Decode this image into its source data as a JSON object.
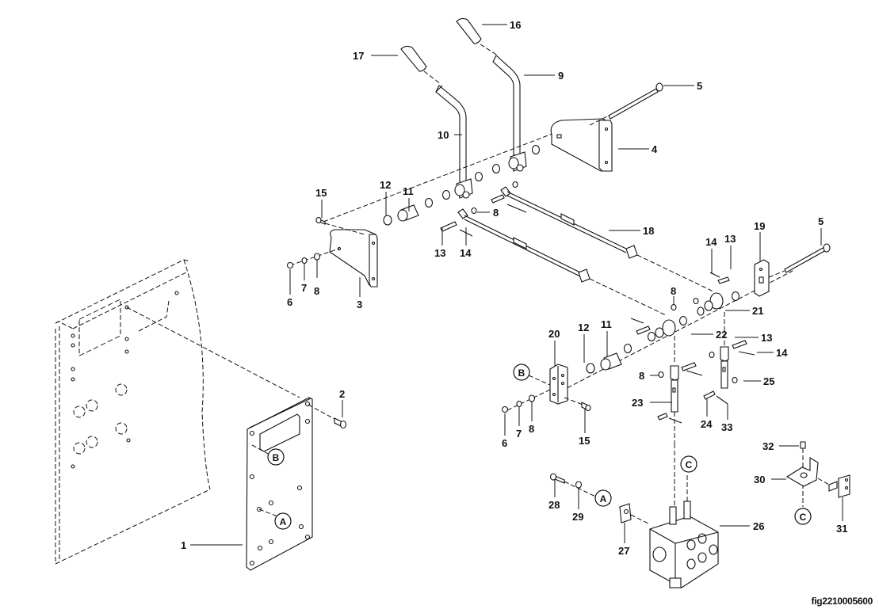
{
  "diagram": {
    "type": "exploded-parts-diagram",
    "subject": "Control lever and hydraulic valve linkage assembly",
    "figure_id": "fig2210005600",
    "callouts": [
      {
        "id": "c1",
        "text": "1",
        "part": "mounting-plate"
      },
      {
        "id": "c2",
        "text": "2",
        "part": "bolt"
      },
      {
        "id": "c3",
        "text": "3",
        "part": "left-bracket"
      },
      {
        "id": "c4",
        "text": "4",
        "part": "right-bracket"
      },
      {
        "id": "c5a",
        "text": "5",
        "part": "long-bolt-upper"
      },
      {
        "id": "c5b",
        "text": "5",
        "part": "long-bolt-lower"
      },
      {
        "id": "c6a",
        "text": "6",
        "part": "nut"
      },
      {
        "id": "c6b",
        "text": "6",
        "part": "nut"
      },
      {
        "id": "c7a",
        "text": "7",
        "part": "lock-washer"
      },
      {
        "id": "c7b",
        "text": "7",
        "part": "lock-washer"
      },
      {
        "id": "c8a",
        "text": "8",
        "part": "washer"
      },
      {
        "id": "c8b",
        "text": "8",
        "part": "washer"
      },
      {
        "id": "c8c",
        "text": "8",
        "part": "washer"
      },
      {
        "id": "c8d",
        "text": "8",
        "part": "washer"
      },
      {
        "id": "c8e",
        "text": "8",
        "part": "washer"
      },
      {
        "id": "c9",
        "text": "9",
        "part": "lever-right"
      },
      {
        "id": "c10",
        "text": "10",
        "part": "lever-left"
      },
      {
        "id": "c11a",
        "text": "11",
        "part": "spacer-tube"
      },
      {
        "id": "c11b",
        "text": "11",
        "part": "spacer-tube"
      },
      {
        "id": "c12a",
        "text": "12",
        "part": "bushing"
      },
      {
        "id": "c12b",
        "text": "12",
        "part": "bushing"
      },
      {
        "id": "c13a",
        "text": "13",
        "part": "clevis-pin"
      },
      {
        "id": "c13b",
        "text": "13",
        "part": "clevis-pin"
      },
      {
        "id": "c13c",
        "text": "13",
        "part": "clevis-pin"
      },
      {
        "id": "c14a",
        "text": "14",
        "part": "cotter-pin"
      },
      {
        "id": "c14b",
        "text": "14",
        "part": "cotter-pin"
      },
      {
        "id": "c14c",
        "text": "14",
        "part": "cotter-pin"
      },
      {
        "id": "c15a",
        "text": "15",
        "part": "bolt"
      },
      {
        "id": "c15b",
        "text": "15",
        "part": "bolt"
      },
      {
        "id": "c16",
        "text": "16",
        "part": "knob"
      },
      {
        "id": "c17",
        "text": "17",
        "part": "knob"
      },
      {
        "id": "c18",
        "text": "18",
        "part": "linkage-rod"
      },
      {
        "id": "c19",
        "text": "19",
        "part": "bracket"
      },
      {
        "id": "c20",
        "text": "20",
        "part": "bracket"
      },
      {
        "id": "c21",
        "text": "21",
        "part": "bellcrank"
      },
      {
        "id": "c22",
        "text": "22",
        "part": "bellcrank"
      },
      {
        "id": "c23",
        "text": "23",
        "part": "clevis"
      },
      {
        "id": "c24",
        "text": "24",
        "part": "pin"
      },
      {
        "id": "c25",
        "text": "25",
        "part": "washer"
      },
      {
        "id": "c26",
        "text": "26",
        "part": "control-valve"
      },
      {
        "id": "c27",
        "text": "27",
        "part": "spacer-block"
      },
      {
        "id": "c28",
        "text": "28",
        "part": "bolt"
      },
      {
        "id": "c29",
        "text": "29",
        "part": "washer"
      },
      {
        "id": "c30",
        "text": "30",
        "part": "switch-bracket"
      },
      {
        "id": "c31",
        "text": "31",
        "part": "switch"
      },
      {
        "id": "c32",
        "text": "32",
        "part": "screw"
      },
      {
        "id": "c33",
        "text": "33",
        "part": "cotter-pin"
      }
    ],
    "reference_markers": [
      {
        "id": "rA1",
        "text": "A"
      },
      {
        "id": "rA2",
        "text": "A"
      },
      {
        "id": "rB1",
        "text": "B"
      },
      {
        "id": "rB2",
        "text": "B"
      },
      {
        "id": "rC1",
        "text": "C"
      },
      {
        "id": "rC2",
        "text": "C"
      }
    ]
  }
}
